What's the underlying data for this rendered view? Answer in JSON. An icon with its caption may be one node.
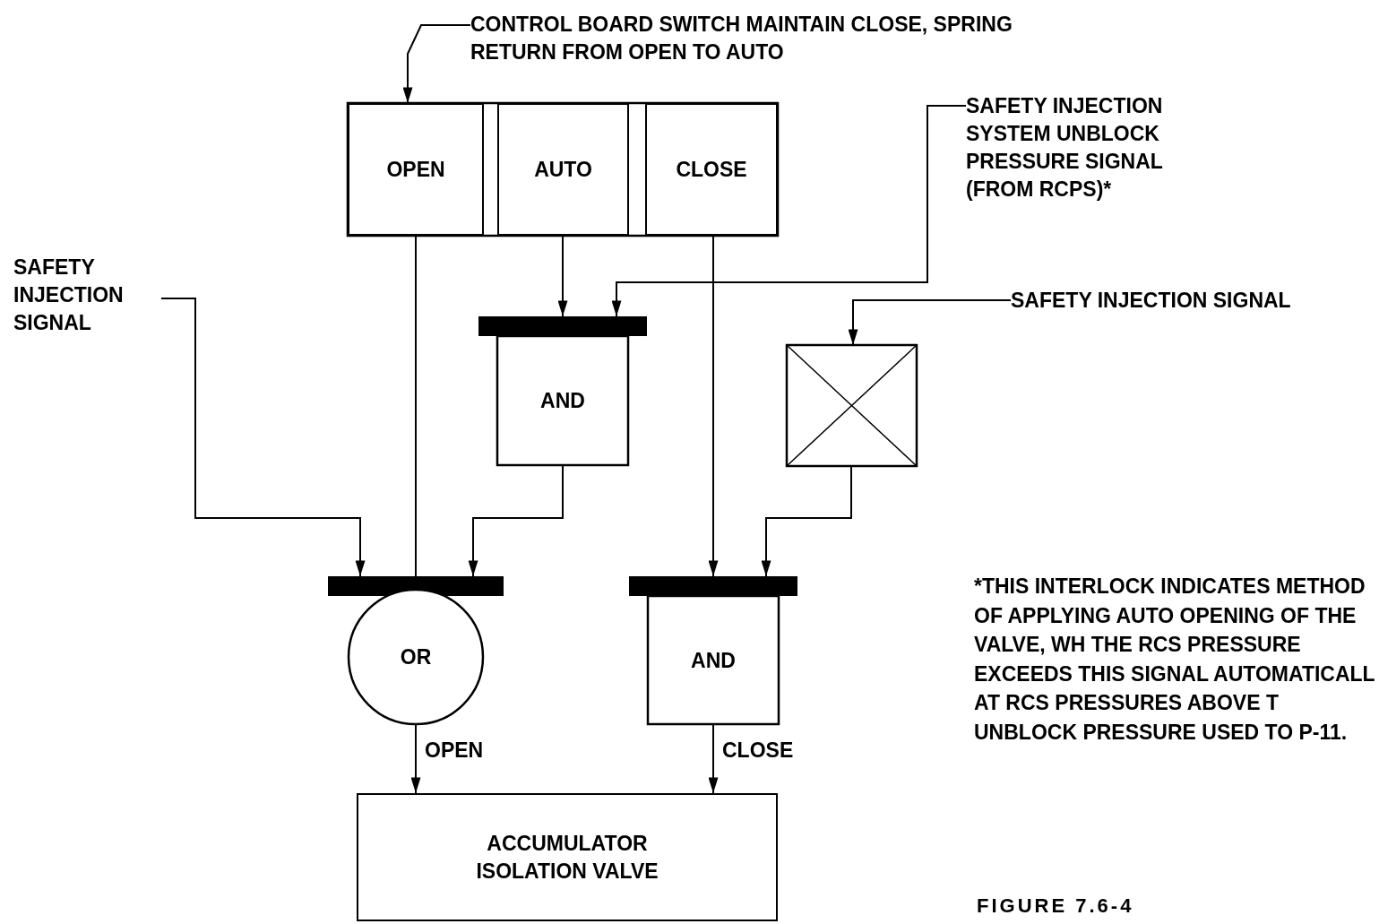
{
  "diagram": {
    "caption": "FIGURE 7.6-4",
    "nodes": [
      {
        "text": [
          "CONTROL BOARD SWITCH MAINTAIN CLOSE, SPRING RETURN FROM OPEN TO AUTO"
        ]
      },
      {
        "text": [
          "OPEN"
        ]
      },
      {
        "text": [
          "AUTO"
        ]
      },
      {
        "text": [
          "CLOSE"
        ]
      },
      {
        "text": [
          "SAFETY INJECTION SYSTEM UNBLOCK PRESSURE SIGNAL (FROM RCPS)*"
        ]
      },
      {
        "text": [
          "SAFETY INJECTION SIGNAL"
        ]
      },
      {
        "text": [
          "SAFETY INJECTION SIGNAL"
        ]
      },
      {
        "text": [
          "AND"
        ]
      },
      {
        "text": [],
        "shape": "box"
      },
      {
        "text": [
          "OR"
        ]
      },
      {
        "text": [
          "AND"
        ]
      },
      {
        "text": [
          "ACCUMULATOR ISOLATION VALVE"
        ]
      }
    ],
    "edges": [
      {
        "from": 0,
        "to": 1,
        "arrow": "to"
      },
      {
        "from": 2,
        "to": 7,
        "arrow": "to"
      },
      {
        "from": 4,
        "to": 7,
        "arrow": "to"
      },
      {
        "from": 6,
        "to": 8,
        "arrow": "to"
      },
      {
        "from": 5,
        "to": 9,
        "arrow": "to"
      },
      {
        "from": 1,
        "to": 9,
        "arrow": "none"
      },
      {
        "from": 7,
        "to": 9,
        "arrow": "to"
      },
      {
        "from": 3,
        "to": 10,
        "arrow": "to"
      },
      {
        "from": 8,
        "to": 10,
        "arrow": "to"
      },
      {
        "from": 9,
        "to": 11,
        "arrow": "to",
        "label": "OPEN"
      },
      {
        "from": 10,
        "to": 11,
        "arrow": "to",
        "label": "CLOSE"
      }
    ],
    "labels": [
      "*THIS INTERLOCK INDICATES METHOD OF APPLYING AUTO OPENING OF THE VALVE, WH THE RCS PRESSURE EXCEEDS THIS SIGNAL AUTOMATICALL AT RCS PRESSURES ABOVE T UNBLOCK PRESSURE USED TO P-11."
    ]
  }
}
